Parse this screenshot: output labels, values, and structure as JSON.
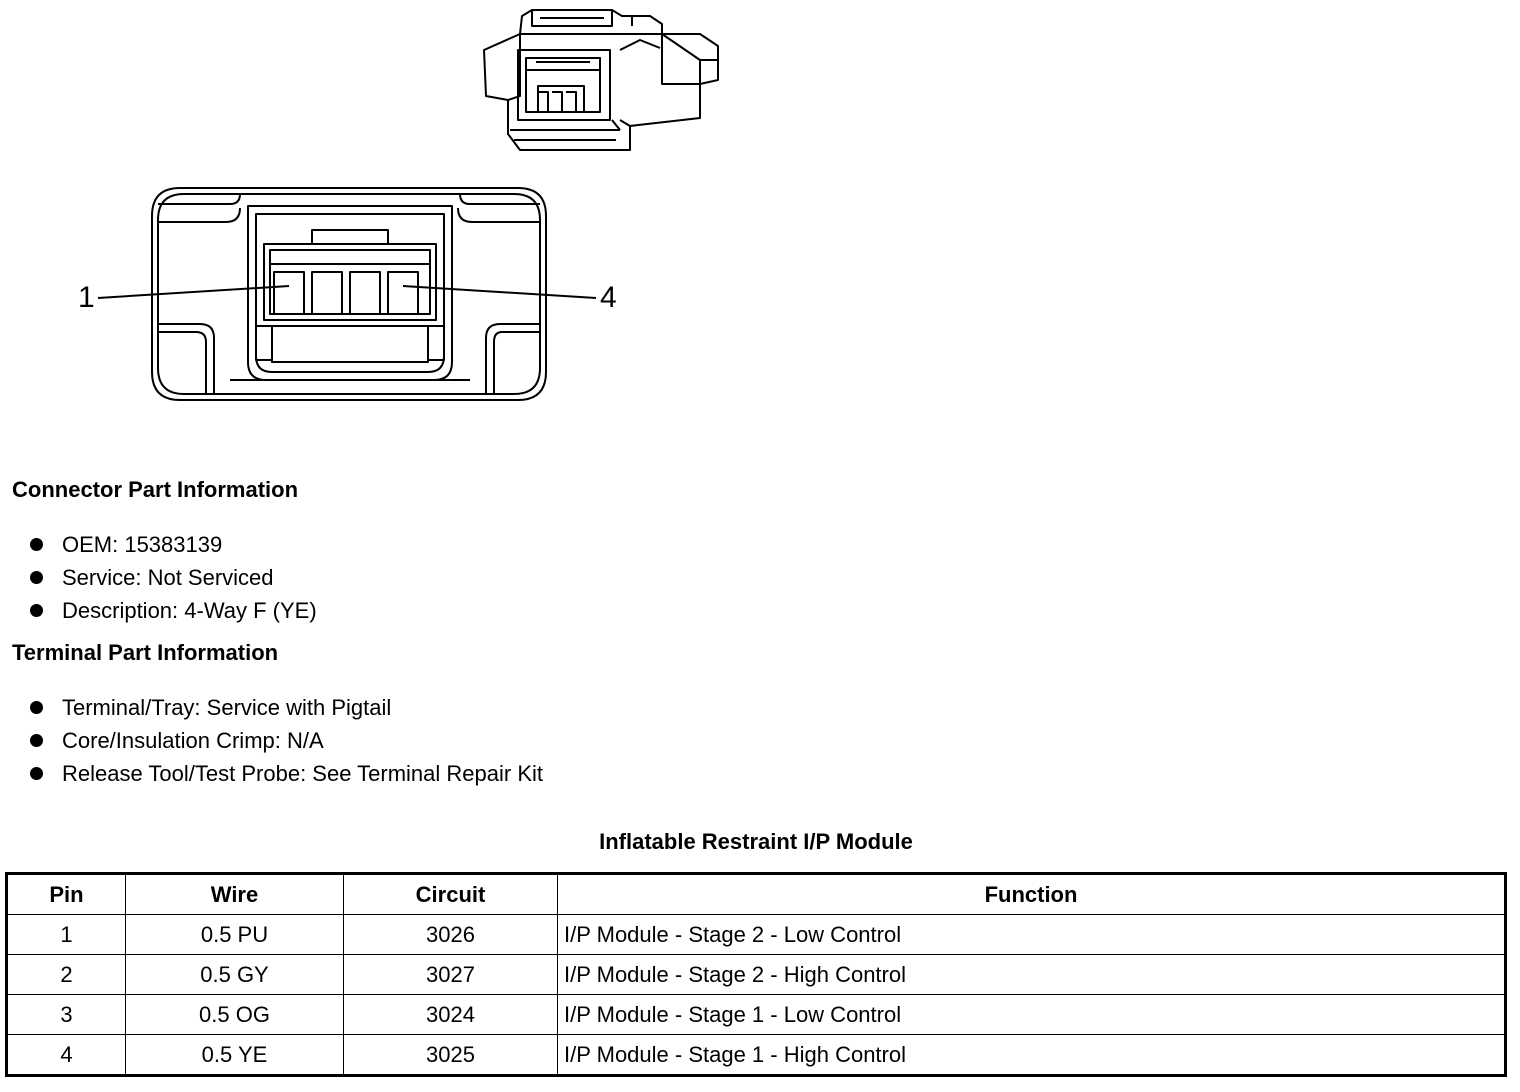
{
  "diagram": {
    "pin_left": "1",
    "pin_right": "4"
  },
  "connector_info": {
    "heading": "Connector Part Information",
    "items": [
      "OEM: 15383139",
      "Service: Not Serviced",
      "Description: 4-Way F (YE)"
    ]
  },
  "terminal_info": {
    "heading": "Terminal Part Information",
    "items": [
      "Terminal/Tray: Service with Pigtail",
      "Core/Insulation Crimp: N/A",
      "Release Tool/Test Probe: See Terminal Repair Kit"
    ]
  },
  "table": {
    "title": "Inflatable Restraint I/P Module",
    "headers": [
      "Pin",
      "Wire",
      "Circuit",
      "Function"
    ],
    "rows": [
      [
        "1",
        "0.5 PU",
        "3026",
        "I/P Module - Stage 2 - Low Control"
      ],
      [
        "2",
        "0.5 GY",
        "3027",
        "I/P Module - Stage 2 - High Control"
      ],
      [
        "3",
        "0.5 OG",
        "3024",
        "I/P Module - Stage 1 - Low Control"
      ],
      [
        "4",
        "0.5 YE",
        "3025",
        "I/P Module - Stage 1 - High Control"
      ]
    ]
  }
}
